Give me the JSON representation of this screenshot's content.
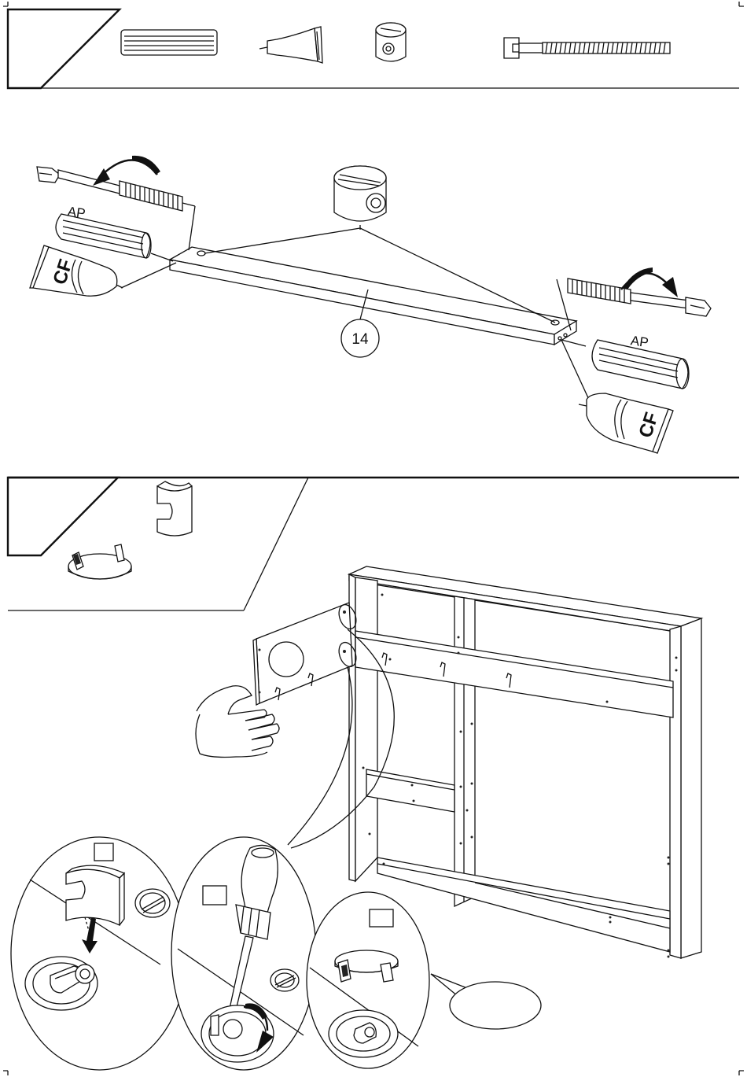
{
  "labels": {
    "adhesive_left": "AP",
    "adhesive_right": "AP",
    "tube_left": "CF",
    "tube_right": "CF",
    "part_number": "14"
  },
  "icons": {
    "dowel": "dowel-icon",
    "glue_tube": "glue-tube-icon",
    "cam_nut": "cam-lock-nut-icon",
    "cam_bolt": "cam-bolt-icon",
    "cover_clip": "cover-clip-icon",
    "cover_cap": "cover-cap-icon",
    "hand": "hand-icon",
    "screwdriver": "screwdriver-icon",
    "rotate_arrow": "rotate-arrow-icon"
  }
}
